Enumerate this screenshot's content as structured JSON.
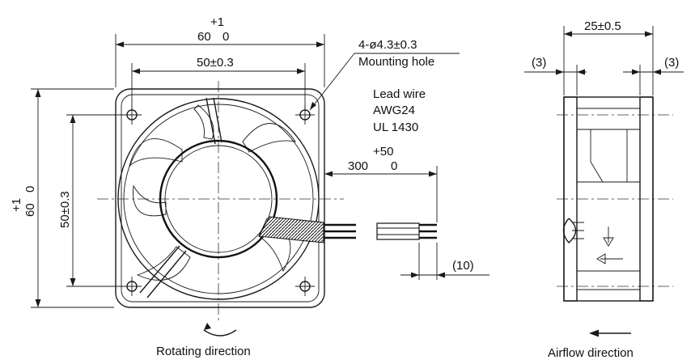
{
  "front_view": {
    "dim_overall_width": {
      "nominal": "60",
      "upper_tol": "+1",
      "lower_tol": "0"
    },
    "dim_hole_pitch_h": "50±0.3",
    "dim_overall_height": {
      "nominal": "60",
      "upper_tol": "+1",
      "lower_tol": "0"
    },
    "dim_hole_pitch_v": "50±0.3",
    "mounting_hole_spec": "4-ø4.3±0.3",
    "mounting_hole_label": "Mounting hole",
    "lead_wire": {
      "title": "Lead wire",
      "gauge": "AWG24",
      "standard": "UL 1430"
    },
    "dim_lead_length": {
      "nominal": "300",
      "upper_tol": "+50",
      "lower_tol": "0"
    },
    "dim_strip_length": "(10)",
    "caption": "Rotating direction"
  },
  "side_view": {
    "dim_depth": "25±0.5",
    "dim_flange_left": "(3)",
    "dim_flange_right": "(3)",
    "caption": "Airflow direction"
  }
}
